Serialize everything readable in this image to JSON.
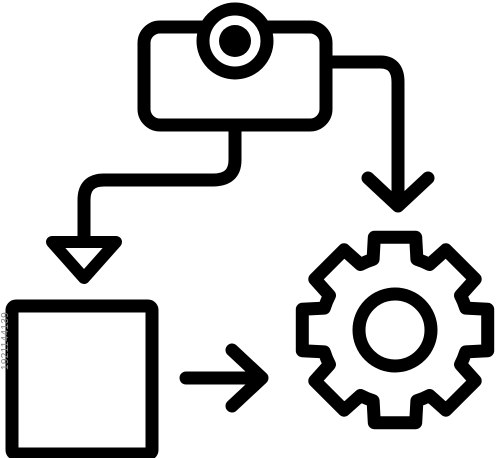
{
  "diagram": {
    "colors": {
      "stroke": "#000000",
      "background": "#ffffff"
    },
    "nodes": [
      {
        "id": "source",
        "icon": "source-hub-icon"
      },
      {
        "id": "input",
        "icon": "square-box-icon"
      },
      {
        "id": "process",
        "icon": "gear-icon"
      }
    ],
    "edges": [
      {
        "from": "source",
        "to": "input",
        "icon": "down-arrow-icon"
      },
      {
        "from": "source",
        "to": "process",
        "icon": "down-arrow-icon"
      },
      {
        "from": "input",
        "to": "process",
        "icon": "right-arrow-icon"
      }
    ]
  },
  "watermark": {
    "id_text": "1921144139"
  }
}
